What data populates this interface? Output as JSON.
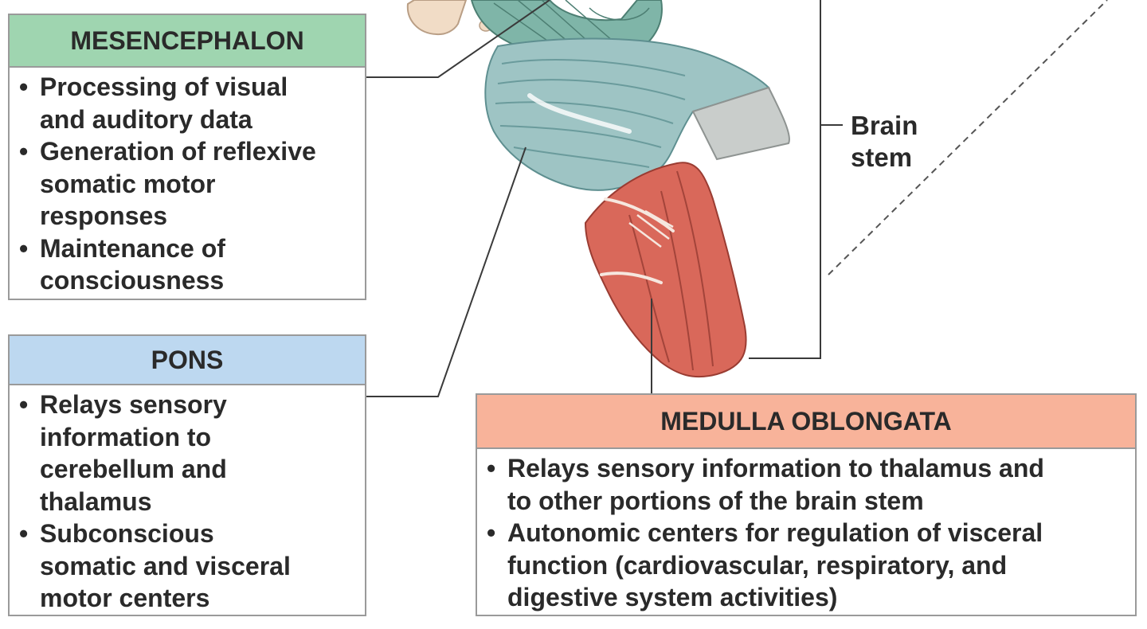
{
  "labels": {
    "brain_stem": [
      "Brain",
      "stem"
    ]
  },
  "mesencephalon": {
    "title": "MESENCEPHALON",
    "header_color": "#9fd5b0",
    "items": [
      [
        "Processing of visual",
        "and auditory data"
      ],
      [
        "Generation of reflexive",
        "somatic motor",
        "responses"
      ],
      [
        "Maintenance of",
        "consciousness"
      ]
    ]
  },
  "pons": {
    "title": "PONS",
    "header_color": "#bdd8f0",
    "items": [
      [
        "Relays sensory",
        "information to",
        "cerebellum and",
        "thalamus"
      ],
      [
        "Subconscious",
        "somatic and visceral",
        "motor centers"
      ]
    ]
  },
  "medulla": {
    "title": "MEDULLA OBLONGATA",
    "header_color": "#f8b39a",
    "items": [
      [
        "Relays sensory information to thalamus and",
        "to other portions of the brain stem"
      ],
      [
        "Autonomic centers for regulation of visceral",
        "function (cardiovascular, respiratory, and",
        "digestive system activities)"
      ]
    ]
  },
  "colors": {
    "pons_tissue": "#9ec4c4",
    "midbrain_tissue": "#7fb5a8",
    "medulla_tissue": "#d9685a",
    "bone": "#f1dcc6",
    "cut_surface": "#c9cdcb"
  }
}
